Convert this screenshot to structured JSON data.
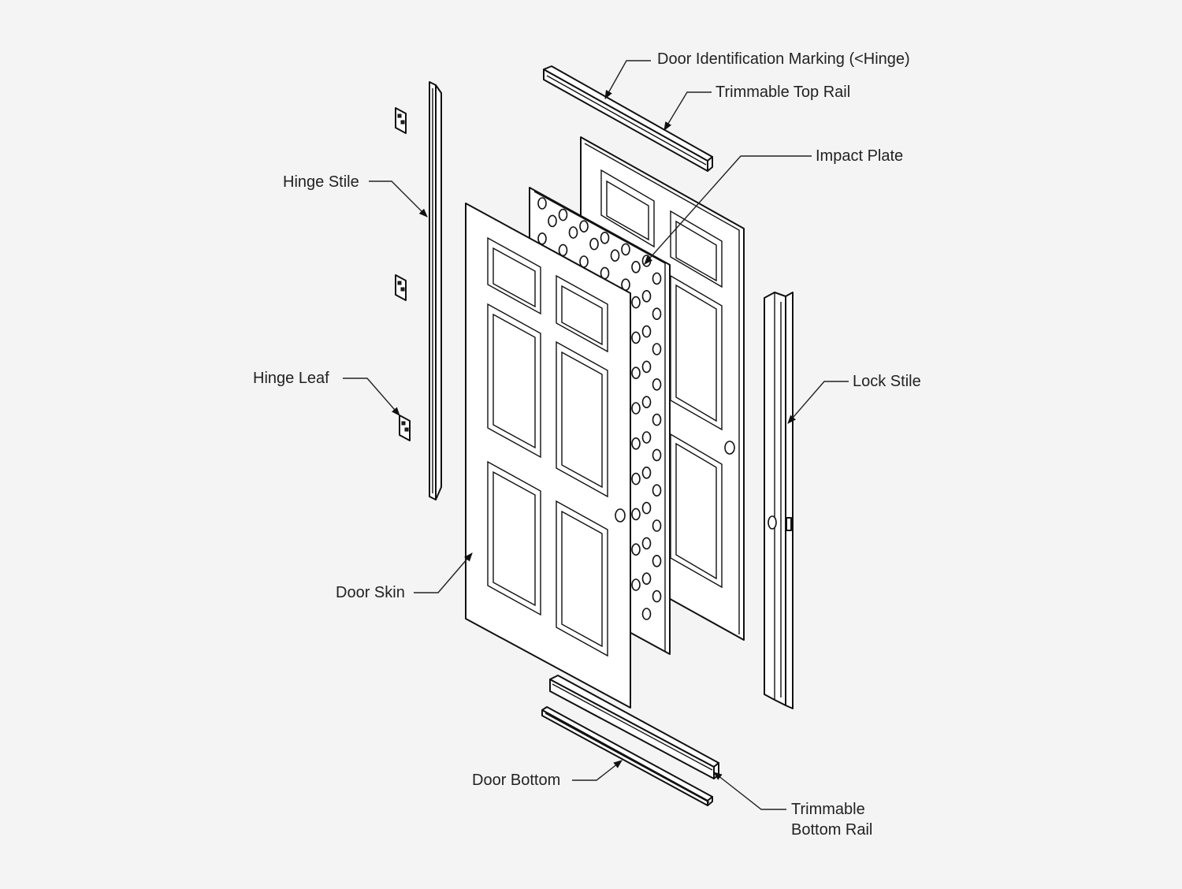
{
  "labels": {
    "door_identification": "Door Identification Marking (<Hinge)",
    "top_rail": "Trimmable Top Rail",
    "impact_plate": "Impact Plate",
    "hinge_stile": "Hinge Stile",
    "hinge_leaf": "Hinge Leaf",
    "lock_stile": "Lock Stile",
    "door_skin": "Door Skin",
    "door_bottom": "Door Bottom",
    "bottom_rail_line1": "Trimmable",
    "bottom_rail_line2": "Bottom Rail"
  },
  "colors": {
    "background": "#f4f4f4",
    "line": "#111111",
    "fill": "#ffffff"
  }
}
